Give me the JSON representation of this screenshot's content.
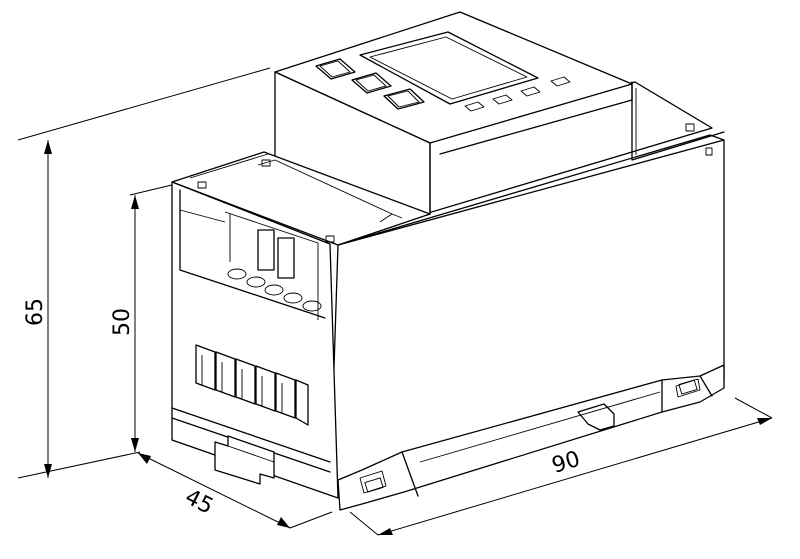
{
  "dimensions": {
    "height_total": "65",
    "height_front": "50",
    "depth": "45",
    "length": "90"
  },
  "colors": {
    "line": "#000000",
    "background": "#ffffff"
  }
}
